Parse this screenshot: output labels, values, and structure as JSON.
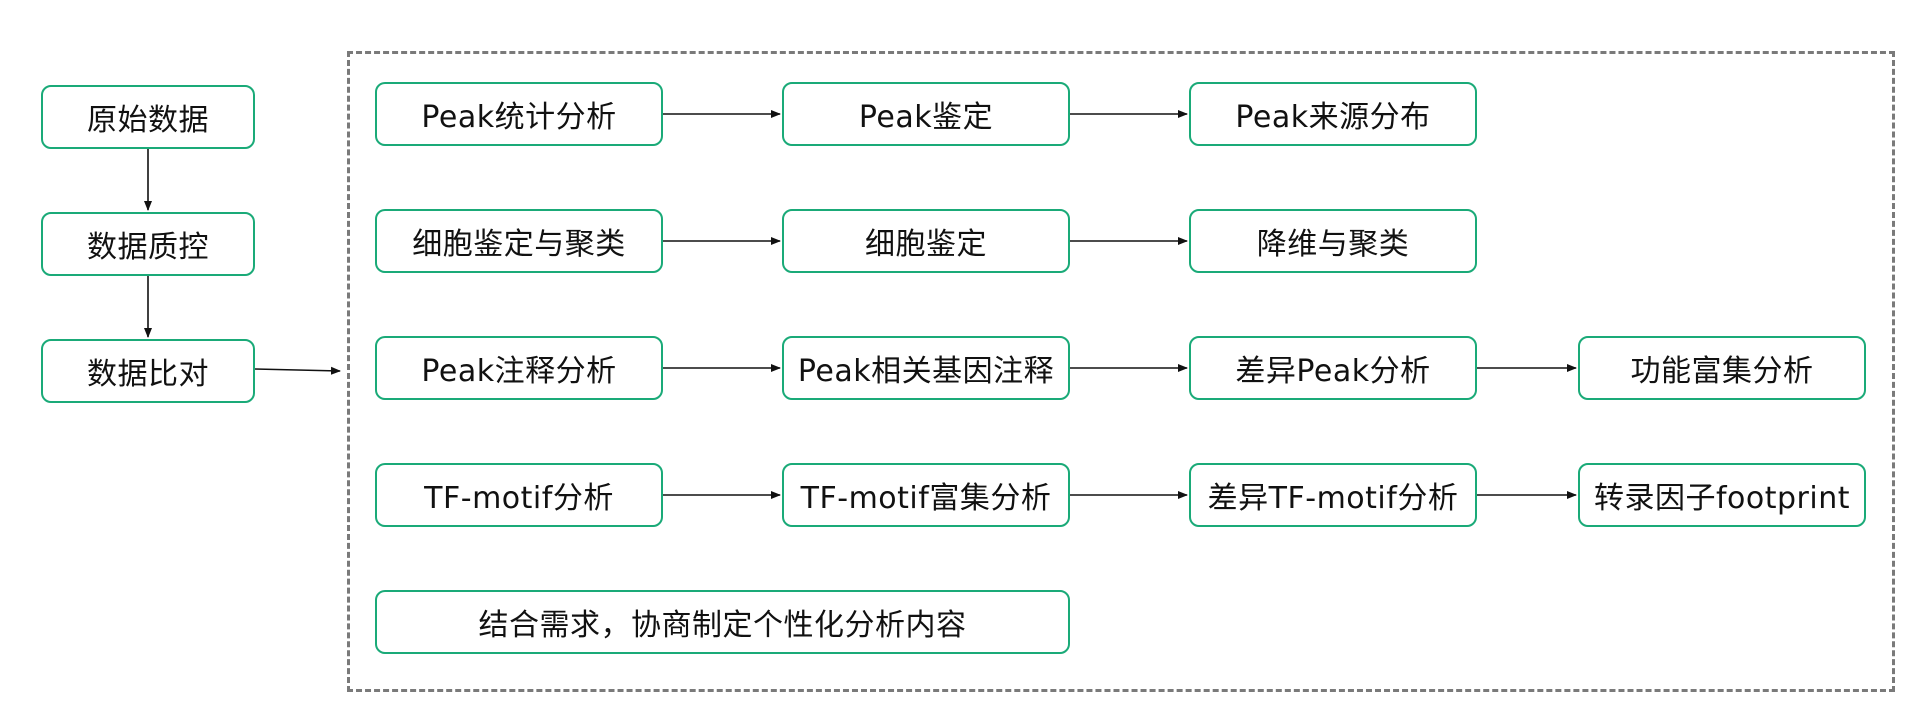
{
  "colors": {
    "box_border": "#1aaa78",
    "frame": "#7a7a7a",
    "arrow": "#111111",
    "text": "#111111"
  },
  "pipeline": {
    "raw_data": "原始数据",
    "qc": "数据质控",
    "alignment": "数据比对"
  },
  "rows": [
    [
      "Peak统计分析",
      "Peak鉴定",
      "Peak来源分布"
    ],
    [
      "细胞鉴定与聚类",
      "细胞鉴定",
      "降维与聚类"
    ],
    [
      "Peak注释分析",
      "Peak相关基因注释",
      "差异Peak分析",
      "功能富集分析"
    ],
    [
      "TF-motif分析",
      "TF-motif富集分析",
      "差异TF-motif分析",
      "转录因子footprint"
    ]
  ],
  "custom": "结合需求，协商制定个性化分析内容"
}
